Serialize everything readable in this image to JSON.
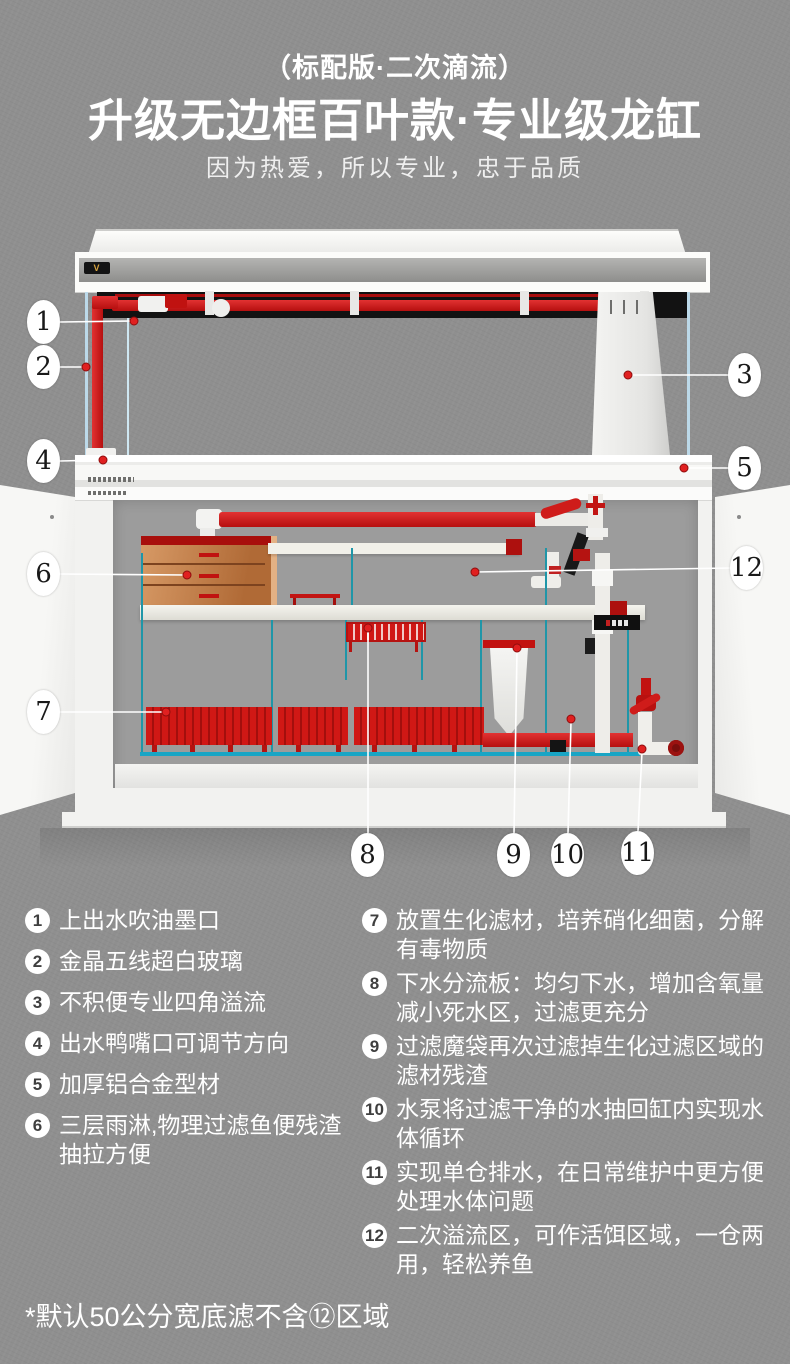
{
  "header": {
    "tagline": "（标配版·二次滴流）",
    "title": "升级无边框百叶款·专业级龙缸",
    "subtitle": "因为热爱，所以专业，忠于品质"
  },
  "diagram": {
    "lamp_logo": "V",
    "callouts": [
      {
        "n": "1"
      },
      {
        "n": "2"
      },
      {
        "n": "3"
      },
      {
        "n": "4"
      },
      {
        "n": "5"
      },
      {
        "n": "6"
      },
      {
        "n": "7"
      },
      {
        "n": "8"
      },
      {
        "n": "9"
      },
      {
        "n": "10"
      },
      {
        "n": "11"
      },
      {
        "n": "12"
      }
    ]
  },
  "legend": {
    "items_left": [
      {
        "num": "1",
        "text": "上出水吹油墨口"
      },
      {
        "num": "2",
        "text": "金晶五线超白玻璃"
      },
      {
        "num": "3",
        "text": "不积便专业四角溢流"
      },
      {
        "num": "4",
        "text": "出水鸭嘴口可调节方向"
      },
      {
        "num": "5",
        "text": "加厚铝合金型材"
      },
      {
        "num": "6",
        "text": "三层雨淋,物理过滤鱼便残渣抽拉方便"
      }
    ],
    "items_right": [
      {
        "num": "7",
        "text": "放置生化滤材，培养硝化细菌，分解有毒物质"
      },
      {
        "num": "8",
        "text": "下水分流板：均匀下水，增加含氧量减小死水区，过滤更充分"
      },
      {
        "num": "9",
        "text": "过滤魔袋再次过滤掉生化过滤区域的滤材残渣"
      },
      {
        "num": "10",
        "text": "水泵将过滤干净的水抽回缸内实现水体循环"
      },
      {
        "num": "11",
        "text": "实现单仓排水，在日常维护中更方便处理水体问题"
      },
      {
        "num": "12",
        "text": "二次溢流区，可作活饵区域，一仓两用，轻松养鱼"
      }
    ]
  },
  "footer": {
    "note": "*默认50公分宽底滤不含⑫区域"
  },
  "colors": {
    "background": "#8f8f8f",
    "accent_red": "#c51412",
    "glass_teal": "#1f96a8",
    "glass_cyan": "#18a5c5",
    "drawer_orange": "#c47a44",
    "cabinet_white": "#f2f2f0"
  }
}
